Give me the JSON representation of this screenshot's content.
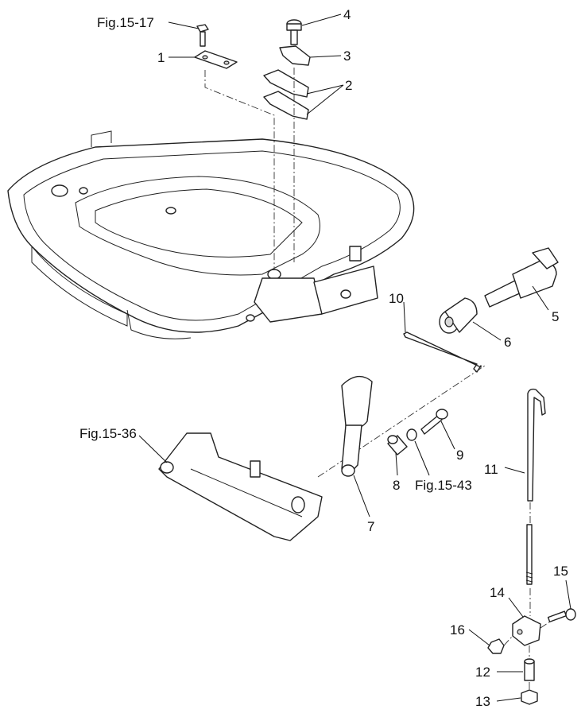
{
  "diagram": {
    "callouts": {
      "fig_15_17": "Fig.15-17",
      "fig_15_36": "Fig.15-36",
      "fig_15_43": "Fig.15-43",
      "p1": "1",
      "p2": "2",
      "p3": "3",
      "p4": "4",
      "p5": "5",
      "p6": "6",
      "p7": "7",
      "p8": "8",
      "p9": "9",
      "p10": "10",
      "p11": "11",
      "p12": "12",
      "p13": "13",
      "p14": "14",
      "p15": "15",
      "p16": "16"
    }
  }
}
